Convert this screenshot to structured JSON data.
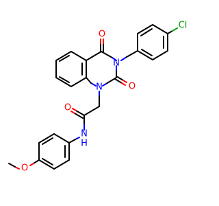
{
  "colors": {
    "bond": "#000000",
    "oxygen": "#ff0000",
    "nitrogen": "#0000ff",
    "chlorine": "#00a000",
    "background": "#ffffff"
  },
  "atoms": {
    "o_top": {
      "label": "O",
      "element": "O"
    },
    "n3": {
      "label": "N",
      "element": "N"
    },
    "o_mid": {
      "label": "O",
      "element": "O"
    },
    "n1": {
      "label": "N",
      "element": "N"
    },
    "cl": {
      "label": "Cl",
      "element": "Cl"
    },
    "o_amide": {
      "label": "O",
      "element": "O"
    },
    "nh_n": {
      "label": "N",
      "element": "N"
    },
    "nh_h": {
      "label": "H",
      "element": "N"
    },
    "o_ether": {
      "label": "O",
      "element": "O"
    }
  }
}
